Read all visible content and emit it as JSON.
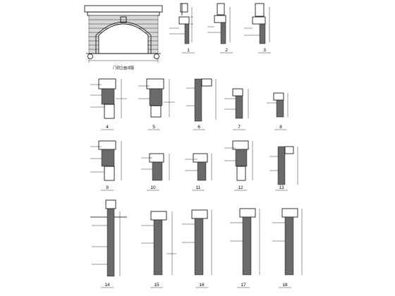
{
  "sheet": {
    "title_caption": "门洞立面详图",
    "details": [
      {
        "label": "1"
      },
      {
        "label": "2"
      },
      {
        "label": "3"
      },
      {
        "label": "4"
      },
      {
        "label": "5"
      },
      {
        "label": "6"
      },
      {
        "label": "7"
      },
      {
        "label": "8"
      },
      {
        "label": "9"
      },
      {
        "label": "10"
      },
      {
        "label": "11"
      },
      {
        "label": "12"
      },
      {
        "label": "13"
      },
      {
        "label": "14"
      },
      {
        "label": "15"
      },
      {
        "label": "16"
      },
      {
        "label": "17"
      },
      {
        "label": "18"
      }
    ]
  }
}
